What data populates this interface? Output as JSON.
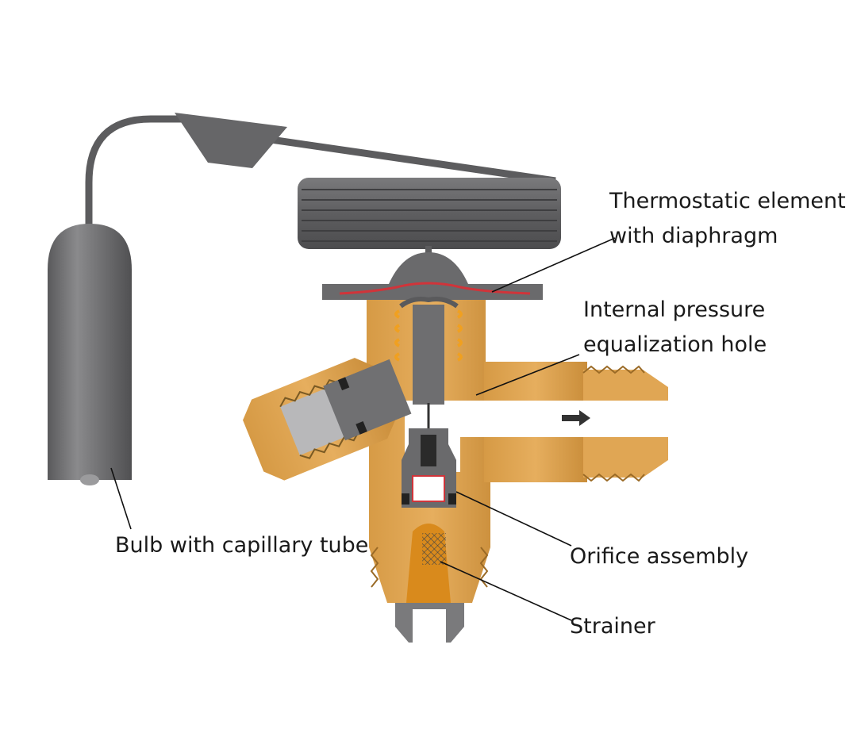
{
  "labels": {
    "thermostatic_line1": "Thermostatic element",
    "thermostatic_line2": "with diaphragm",
    "pressure_line1": "Internal pressure",
    "pressure_line2": "equalization hole",
    "bulb": "Bulb with capillary tube",
    "orifice": "Orifice assembly",
    "strainer": "Strainer"
  },
  "colors": {
    "brass": "#e2a956",
    "brass_dark": "#b77a2c",
    "steel": "#6e6e70",
    "steel_light": "#a9a9ab",
    "strainer": "#d98a1c",
    "spring": "#f0a020",
    "diaphragm": "#d0343a"
  }
}
